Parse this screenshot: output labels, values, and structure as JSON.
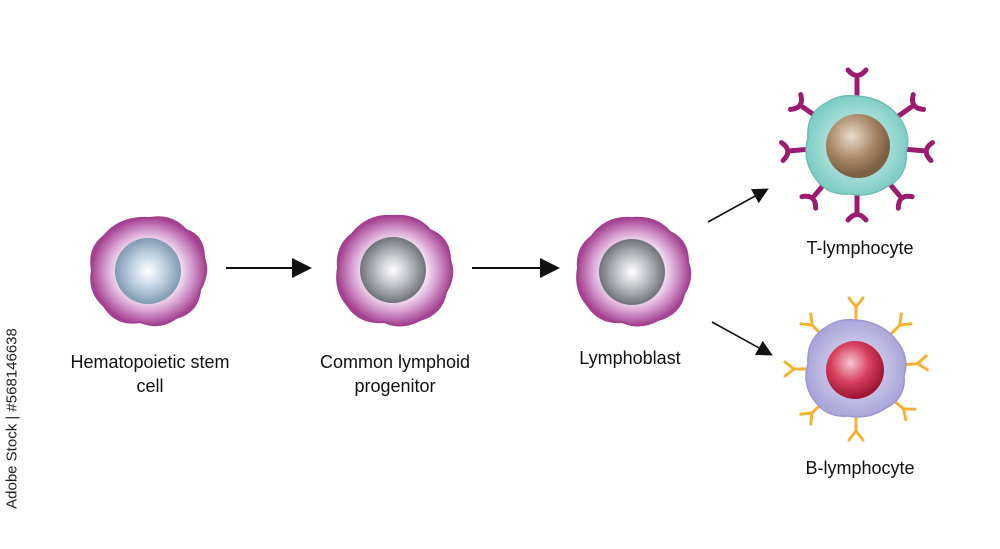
{
  "nodes": [
    {
      "id": "hsc",
      "label_line1": "Hematopoietic stem",
      "label_line2": "cell"
    },
    {
      "id": "clp",
      "label_line1": "Common lymphoid",
      "label_line2": "progenitor"
    },
    {
      "id": "lymphoblast",
      "label_line1": "Lymphoblast",
      "label_line2": ""
    },
    {
      "id": "t",
      "label_line1": "T-lymphocyte",
      "label_line2": ""
    },
    {
      "id": "b",
      "label_line1": "B-lymphocyte",
      "label_line2": ""
    }
  ],
  "watermark": "Adobe Stock | #568146638",
  "colors": {
    "outer_purple": "#b04fa0",
    "outer_purple_light": "#e6c6e4",
    "t_cytoplasm": "#8fd3cc",
    "t_nucleus": "#9a7a5c",
    "t_receptor": "#9b1b6e",
    "b_cytoplasm": "#b9b5e0",
    "b_nucleus": "#c42848",
    "b_receptor": "#f2b233",
    "arrow": "#111111"
  }
}
